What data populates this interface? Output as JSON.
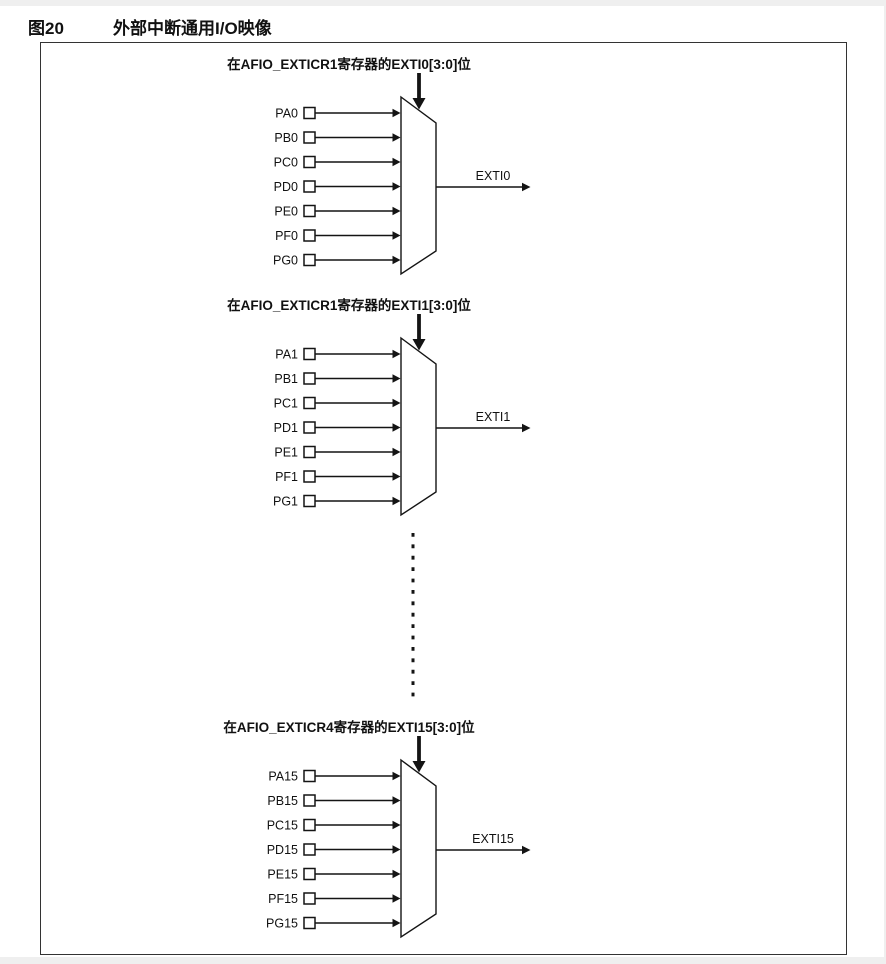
{
  "figure": {
    "number": "图20",
    "title": "外部中断通用I/O映像"
  },
  "diagram": {
    "sections": [
      {
        "id": "exti0",
        "register_label": "在AFIO_EXTICR1寄存器的EXTI0[3:0]位",
        "inputs": [
          "PA0",
          "PB0",
          "PC0",
          "PD0",
          "PE0",
          "PF0",
          "PG0"
        ],
        "output": "EXTI0"
      },
      {
        "id": "exti1",
        "register_label": "在AFIO_EXTICR1寄存器的EXTI1[3:0]位",
        "inputs": [
          "PA1",
          "PB1",
          "PC1",
          "PD1",
          "PE1",
          "PF1",
          "PG1"
        ],
        "output": "EXTI1"
      },
      {
        "id": "exti15",
        "register_label": "在AFIO_EXTICR4寄存器的EXTI15[3:0]位",
        "inputs": [
          "PA15",
          "PB15",
          "PC15",
          "PD15",
          "PE15",
          "PF15",
          "PG15"
        ],
        "output": "EXTI15"
      }
    ],
    "ellipsis": true,
    "colors": {
      "line": "#141414",
      "text": "#111111",
      "page_background": "#ffffff",
      "surround": "#efefef",
      "box_border": "#333333"
    }
  }
}
